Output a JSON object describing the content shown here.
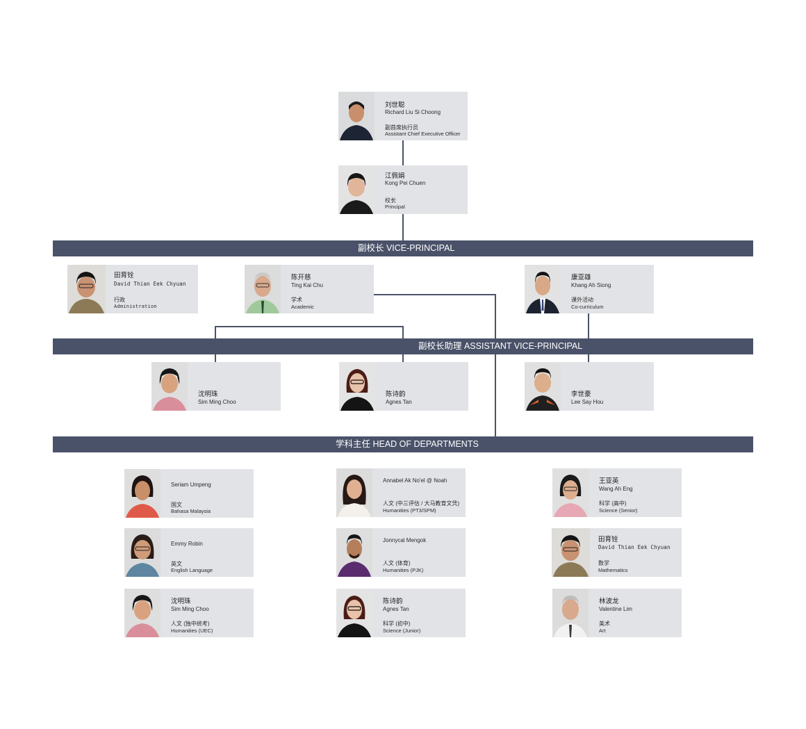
{
  "bands": {
    "vice_principal": "副校长 VICE-PRINCIPAL",
    "assistant_vice_principal": "副校长助理 ASSISTANT VICE-PRINCIPAL",
    "head_of_departments": "学科主任 HEAD OF DEPARTMENTS"
  },
  "top": [
    {
      "name_zh": "刘世聪",
      "name_en": "Richard Liu Si Choong",
      "role_zh": "副首席执行员",
      "role_en": "Assistant Chief Executive Officer"
    },
    {
      "name_zh": "江佩娟",
      "name_en": "Kong Pei Chuen",
      "role_zh": "校长",
      "role_en": "Principal"
    }
  ],
  "vice_principals": [
    {
      "name_zh": "田育铨",
      "name_en": "David Thian Eek Chyuan",
      "role_zh": "行政",
      "role_en": "Administration"
    },
    {
      "name_zh": "陈开慈",
      "name_en": "Ting Kai Chu",
      "role_zh": "学术",
      "role_en": "Academic"
    },
    {
      "name_zh": "康亚雄",
      "name_en": "Khang Ah Siong",
      "role_zh": "课外活动",
      "role_en": "Co-curriculum"
    }
  ],
  "assistant_vice_principals": [
    {
      "name_zh": "沈明珠",
      "name_en": "Sim Ming Choo"
    },
    {
      "name_zh": "陈诗韵",
      "name_en": "Agnes Tan"
    },
    {
      "name_zh": "李世豪",
      "name_en": "Lee Say Hou"
    }
  ],
  "heads": [
    {
      "name_zh": "",
      "name_en": "Seriam Umpeng",
      "role_zh": "国文",
      "role_en": "Bahasa Malaysia"
    },
    {
      "name_zh": "",
      "name_en": "Annabel Ak No'el @ Noah",
      "role_zh": "人文 (中三评估 / 大马教育文凭)",
      "role_en": "Humanities (PT3/SPM)"
    },
    {
      "name_zh": "王亚英",
      "name_en": "Wang Ah Eng",
      "role_zh": "科学 (高中)",
      "role_en": "Science (Senior)"
    },
    {
      "name_zh": "",
      "name_en": "Emmy Robin",
      "role_zh": "英文",
      "role_en": "English Language"
    },
    {
      "name_zh": "",
      "name_en": "Jonnycal Mengok",
      "role_zh": "人文 (体育)",
      "role_en": "Humanities (PJK)"
    },
    {
      "name_zh": "田育铨",
      "name_en": "David Thian Eek Chyuan",
      "role_zh": "数学",
      "role_en": "Mathematics"
    },
    {
      "name_zh": "沈明珠",
      "name_en": "Sim Ming Choo",
      "role_zh": "人文 (独中统考)",
      "role_en": "Humanities (UEC)"
    },
    {
      "name_zh": "陈诗韵",
      "name_en": "Agnes Tan",
      "role_zh": "科学 (初中)",
      "role_en": "Science (Junior)"
    },
    {
      "name_zh": "林波龙",
      "name_en": "Valentine Lim",
      "role_zh": "美术",
      "role_en": "Art"
    }
  ],
  "photo_colors": {
    "background": "#d9dadc",
    "skin": "#d9a784",
    "hair": "#1b1b1b"
  }
}
